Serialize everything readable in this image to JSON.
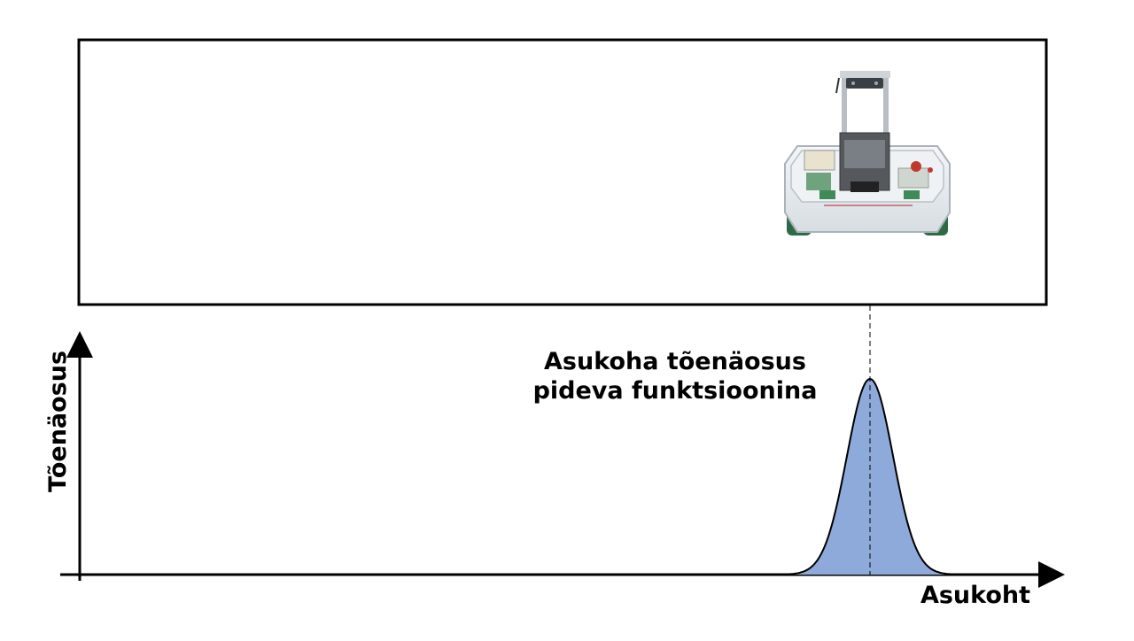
{
  "diagram": {
    "annotation_lines": [
      "Asukoha tõenäosus",
      "pideva funktsioonina"
    ],
    "x_axis_label": "Asukoht",
    "y_axis_label": "Tõenäosus",
    "robot_image": "mobile-robot-photo",
    "distribution": {
      "type": "gaussian",
      "fill_color": "#8eaadb",
      "line_color": "#000000",
      "peak_marker": "dashed"
    },
    "colors": {
      "frame": "#000000",
      "axis": "#000000"
    }
  }
}
